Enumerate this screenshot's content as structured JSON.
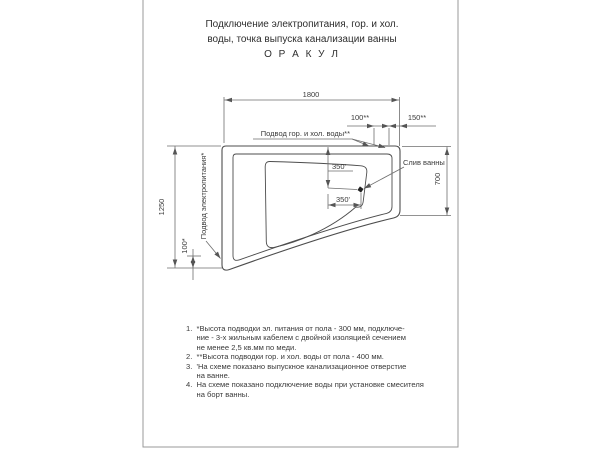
{
  "page": {
    "background": "#ffffff",
    "frame_color": "#999999",
    "outline_color": "#4d4d4d",
    "dimension_color": "#6e6e6e",
    "text_color": "#333333"
  },
  "title": {
    "line1": "Подключение электропитания, гор. и хол.",
    "line2": "воды, точка выпуска канализации ванны",
    "line3": "О Р А К У Л"
  },
  "diagram": {
    "labels": {
      "water_supply": "Подвод гор. и хол. воды**",
      "power_supply": "Подвод электропитания*",
      "drain": "Слив ванны"
    },
    "dimensions": {
      "overall_width": "1800",
      "left_depth": "1250",
      "right_depth": "700",
      "water_points_spacing": "100**",
      "water_edge_offset": "150**",
      "drain_from_top": "350'",
      "drain_horizontal": "350'",
      "power_from_corner": "100*"
    }
  },
  "notes": {
    "lines": [
      {
        "num": "1.",
        "text": "*Высота подводки эл. питания от пола - 300 мм, подключе-"
      },
      {
        "num": "",
        "text": "ние - 3-х жильным кабелем с двойной изоляцией сечением"
      },
      {
        "num": "",
        "text": "не менее 2,5 кв.мм по меди."
      },
      {
        "num": "2.",
        "text": "**Высота подводки гор. и хол. воды от пола - 400 мм."
      },
      {
        "num": "3.",
        "text": "'На схеме показано выпускное канализационное отверстие"
      },
      {
        "num": "",
        "text": "на ванне."
      },
      {
        "num": "4.",
        "text": "На схеме показано подключение воды при установке смесителя"
      },
      {
        "num": "",
        "text": "на борт ванны."
      }
    ]
  }
}
